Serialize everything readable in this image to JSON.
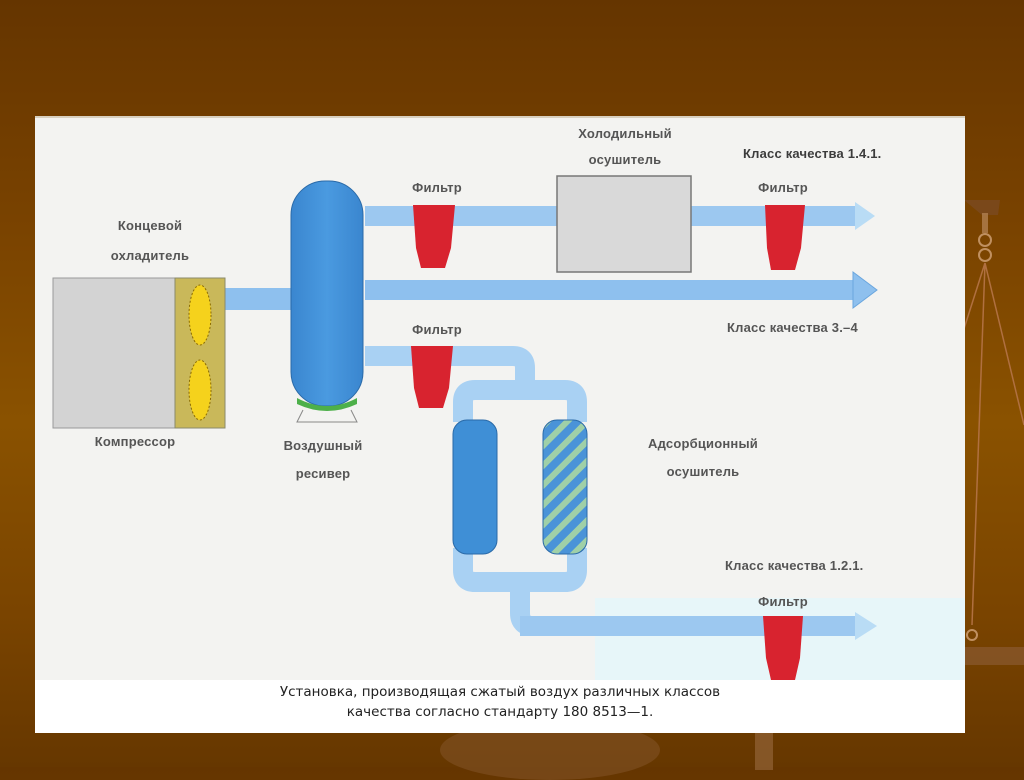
{
  "diagram": {
    "components": {
      "aftercooler": "Концевой охладитель",
      "compressor": "Компрессор",
      "air_receiver": "Воздушный ресивер",
      "refrigerated_dryer": "Холодильный осушитель",
      "adsorption_dryer": "Адсорбционный осушитель",
      "filter": "Фильтр"
    },
    "labels": {
      "aftercooler_line1": "Концевой",
      "aftercooler_line2": "охладитель",
      "compressor": "Компрессор",
      "receiver_line1": "Воздушный",
      "receiver_line2": "ресивер",
      "ref_dryer_line1": "Холодильный",
      "ref_dryer_line2": "осушитель",
      "adsorb_line1": "Адсорбционный",
      "adsorb_line2": "осушитель",
      "filter_top": "Фильтр",
      "filter_mid": "Фильтр",
      "filter_right_top": "Фильтр",
      "filter_bottom": "Фильтр",
      "class_141": "Класс качества 1.4.1.",
      "class_34": "Класс качества 3.–4",
      "class_121": "Класс качества 1.2.1."
    },
    "caption": {
      "line1": "Установка, производящая сжатый воздух различных классов",
      "line2": "качества согласно стандарту 180 8513—1."
    },
    "colors": {
      "pipe": "#8ec0ee",
      "pipe_light": "#b9dcf5",
      "receiver": "#3f8fd6",
      "filter": "#d8232f",
      "dryer": "#d9d9d9",
      "fan_bg": "#c9b85a",
      "fan_blade": "#f5d21c",
      "adsorber_stripe": "#8fc7a0"
    }
  }
}
